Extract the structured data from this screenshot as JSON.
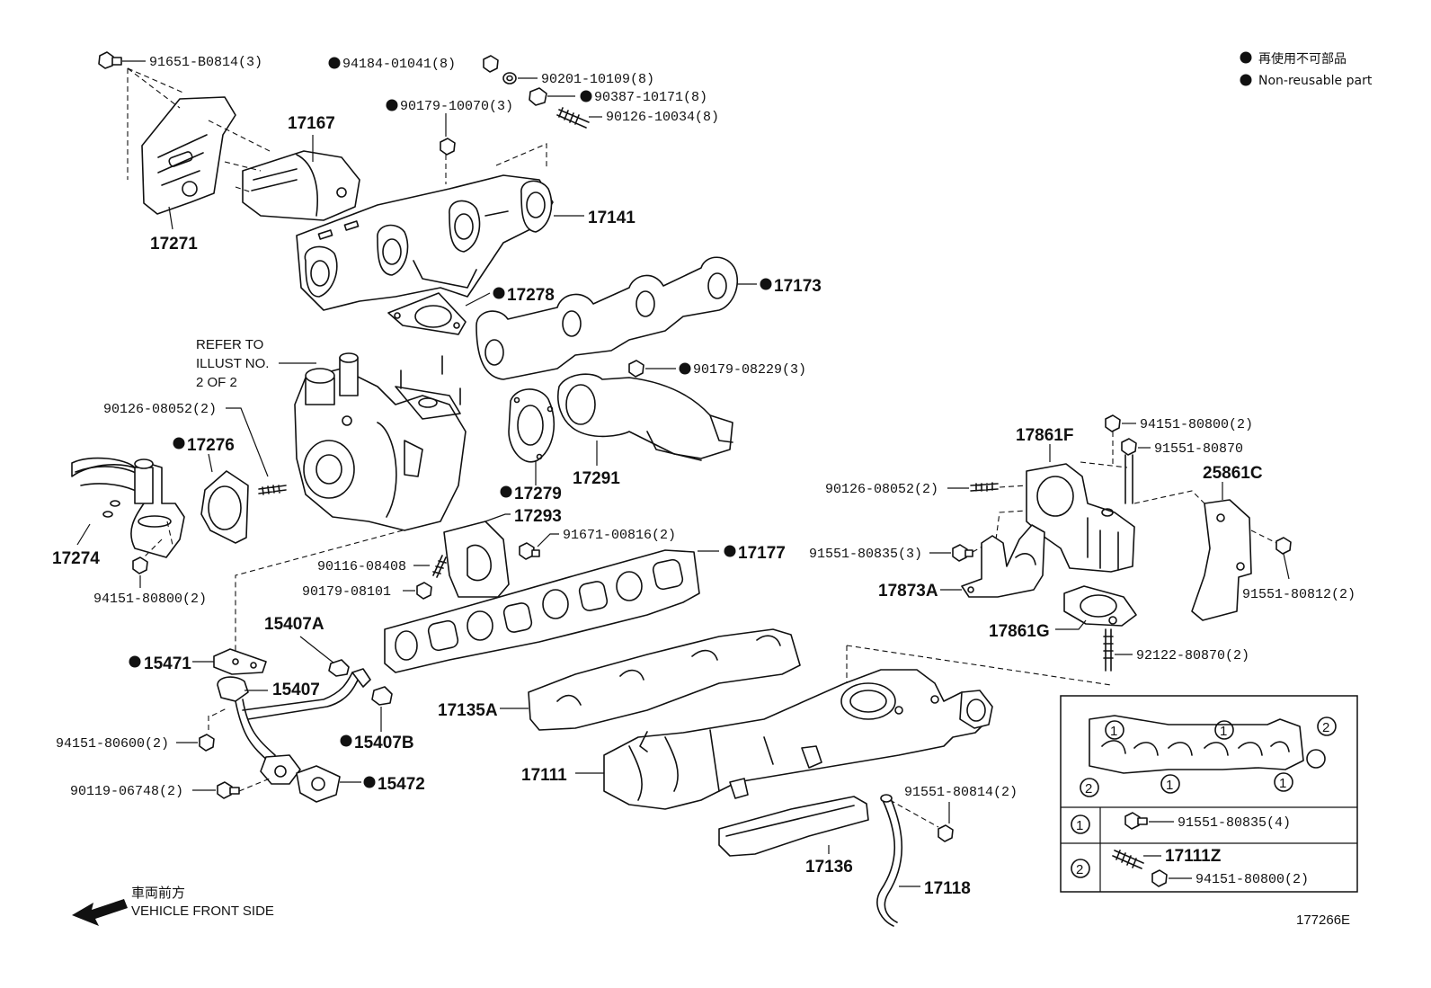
{
  "legend": {
    "line_jp": "再使用不可部品",
    "line_en": "Non-reusable part"
  },
  "refer_note": {
    "line1": "REFER TO",
    "line2": "ILLUST NO.",
    "line3": "2 OF 2"
  },
  "front_side": {
    "jp": "車両前方",
    "en": "VEHICLE FRONT SIDE"
  },
  "illustration_number": "177266E",
  "callouts": {
    "p91651_B0814": "91651-B0814(3)",
    "p94184_01041": "94184-01041(8)",
    "p90201_10109": "90201-10109(8)",
    "p90387_10171": "90387-10171(8)",
    "p90179_10070": "90179-10070(3)",
    "p90126_10034": "90126-10034(8)",
    "p17167": "17167",
    "p17141": "17141",
    "p17271": "17271",
    "p17278": "17278",
    "p17173": "17173",
    "p90179_08229": "90179-08229(3)",
    "p90126_08052a": "90126-08052(2)",
    "p17276": "17276",
    "p17279": "17279",
    "p17291": "17291",
    "p17274": "17274",
    "p94151_80800a": "94151-80800(2)",
    "p17293": "17293",
    "p91671_00816": "91671-00816(2)",
    "p90116_08408": "90116-08408",
    "p90179_08101": "90179-08101",
    "p17177": "17177",
    "p15407A": "15407A",
    "p15471": "15471",
    "p15407": "15407",
    "p94151_80600": "94151-80600(2)",
    "p15407B": "15407B",
    "p90119_06748": "90119-06748(2)",
    "p15472": "15472",
    "p17135A": "17135A",
    "p17111": "17111",
    "p17136": "17136",
    "p17118": "17118",
    "p91551_80814": "91551-80814(2)",
    "p94151_80800b": "94151-80800(2)",
    "p91551_80870": "91551-80870",
    "p17861F": "17861F",
    "p25861C": "25861C",
    "p90126_08052b": "90126-08052(2)",
    "p91551_80835a": "91551-80835(3)",
    "p17873A": "17873A",
    "p91551_80812": "91551-80812(2)",
    "p17861G": "17861G",
    "p92122_80870": "92122-80870(2)"
  },
  "inset": {
    "row1_num": "1",
    "row1_part": "91551-80835(4)",
    "row2_num": "2",
    "row2_part_a": "17111Z",
    "row2_part_b": "94151-80800(2)",
    "marker_1": "1",
    "marker_2": "2"
  }
}
